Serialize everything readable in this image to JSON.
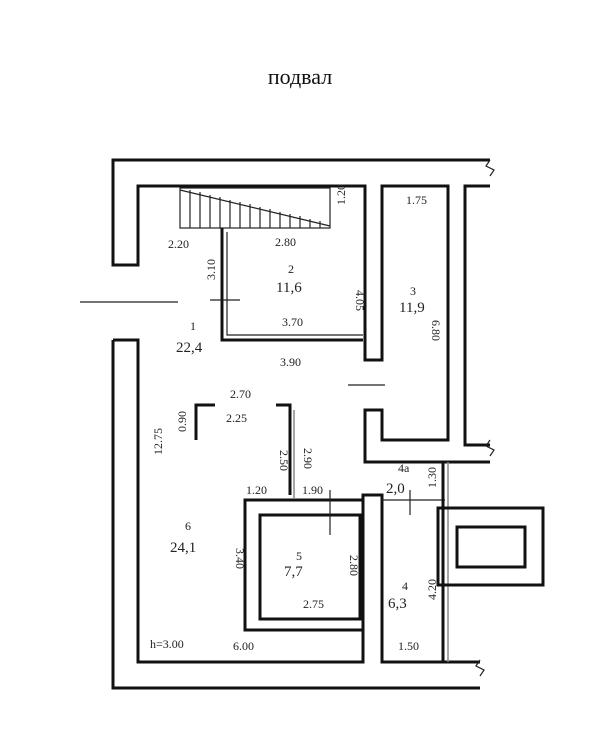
{
  "title": "подвал",
  "rooms": [
    {
      "number": "1",
      "area": "22,4"
    },
    {
      "number": "2",
      "area": "11,6"
    },
    {
      "number": "3",
      "area": "11,9"
    },
    {
      "number": "4",
      "area": "6,3"
    },
    {
      "number": "5",
      "area": "7,7"
    },
    {
      "number": "6",
      "area": "24,1"
    },
    {
      "number": "4a",
      "area": "2,0"
    }
  ],
  "dimensions": {
    "stair_left": "2.20",
    "stair_right": "2.80",
    "stair_height": "1.20",
    "room2_height": "3.10",
    "room2_width": "3.70",
    "room2_right": "4.05",
    "room1_bottom": "3.90",
    "room3_top": "1.75",
    "room3_height": "6.80",
    "col_span": "2.70",
    "col_gap": "2.25",
    "col_h": "0.90",
    "left_total": "12.75",
    "mid_a": "2.50",
    "mid_b": "2.90",
    "room5_top_left": "1.20",
    "room5_top_right": "1.90",
    "room5_left": "3.40",
    "room5_right": "2.80",
    "room5_bottom": "2.75",
    "room4a_h": "1.30",
    "room4_h": "4.20",
    "room4_bottom": "1.50",
    "bottom_width": "6.00",
    "height_label": "h=3.00"
  }
}
